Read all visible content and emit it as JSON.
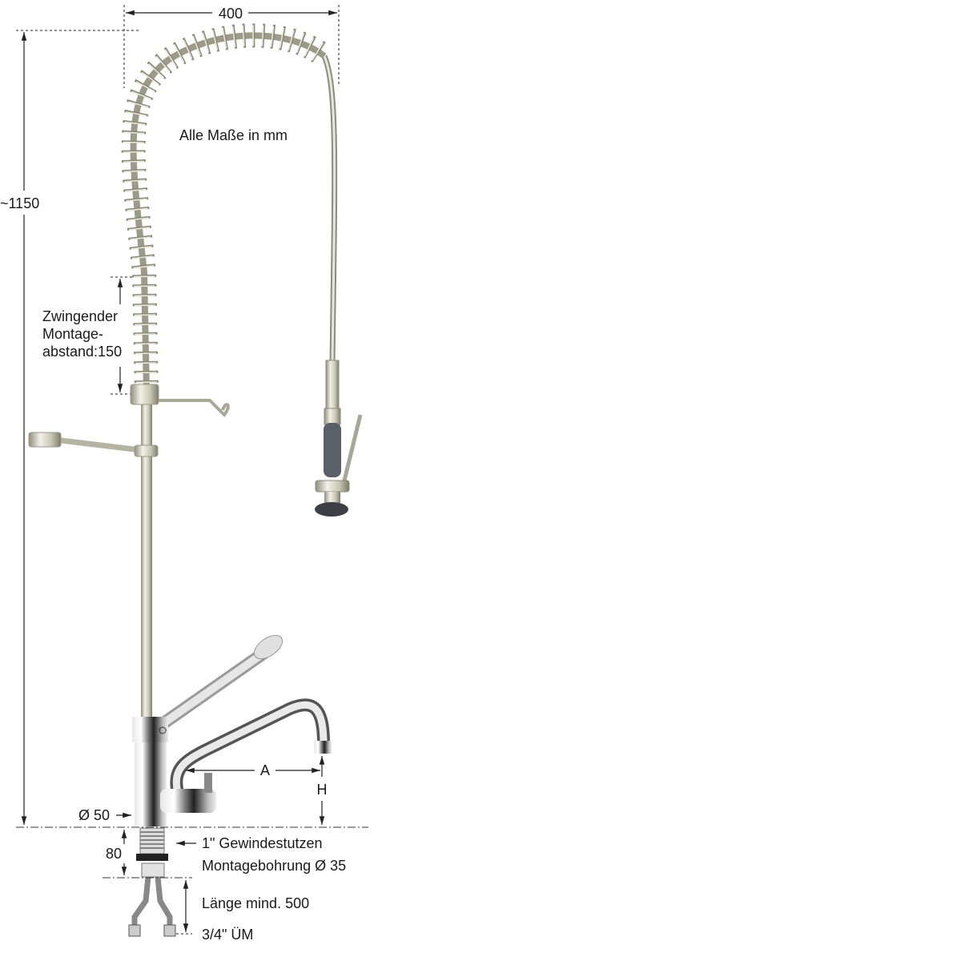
{
  "dimensions": {
    "width_top": "400",
    "height_total": "~1150",
    "note_units": "Alle Maße in mm",
    "mounting_distance": [
      "Zwingender",
      "Montage-",
      "abstand:150"
    ],
    "spout_reach": "A",
    "spout_height": "H",
    "body_diameter": "Ø 50",
    "stud_length": "80",
    "thread_stud": "1\" Gewindestutzen",
    "mounting_hole": "Montagebohrung Ø 35",
    "hose_length": "Länge mind.  500",
    "connection": "3/4\" ÜM"
  },
  "colors": {
    "steel": "#c9c7b4",
    "chrome_dark": "#3a3a3a",
    "grip": "#5a6068",
    "line": "#222222"
  }
}
